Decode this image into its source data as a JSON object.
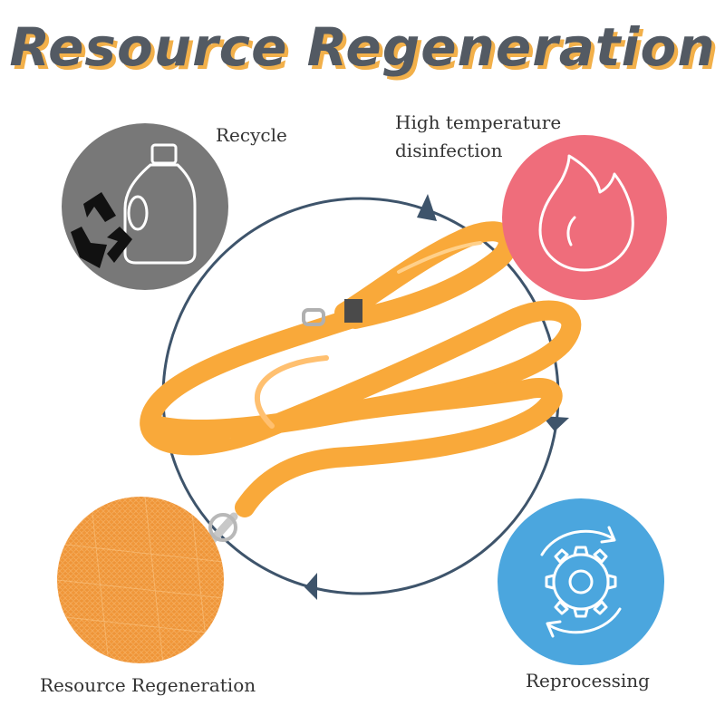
{
  "title": "Resource Regeneration",
  "steps": {
    "recycle": {
      "label": "Recycle",
      "icon": "recycle-bottle-icon",
      "color": "#787878"
    },
    "heat": {
      "label_line1": "High temperature",
      "label_line2": "disinfection",
      "icon": "flame-icon",
      "color": "#ef6d7b"
    },
    "reprocess": {
      "label": "Reprocessing",
      "icon": "gear-cycle-icon",
      "color": "#4ba6de"
    },
    "regen": {
      "label": "Resource Regeneration",
      "icon": "orange-fabric-texture",
      "color": "#f0973a"
    }
  },
  "colors": {
    "cycle_ring": "#3e546b",
    "title_text": "#535a63",
    "title_shadow": "#f2b04a",
    "leash": "#f9a93a"
  }
}
